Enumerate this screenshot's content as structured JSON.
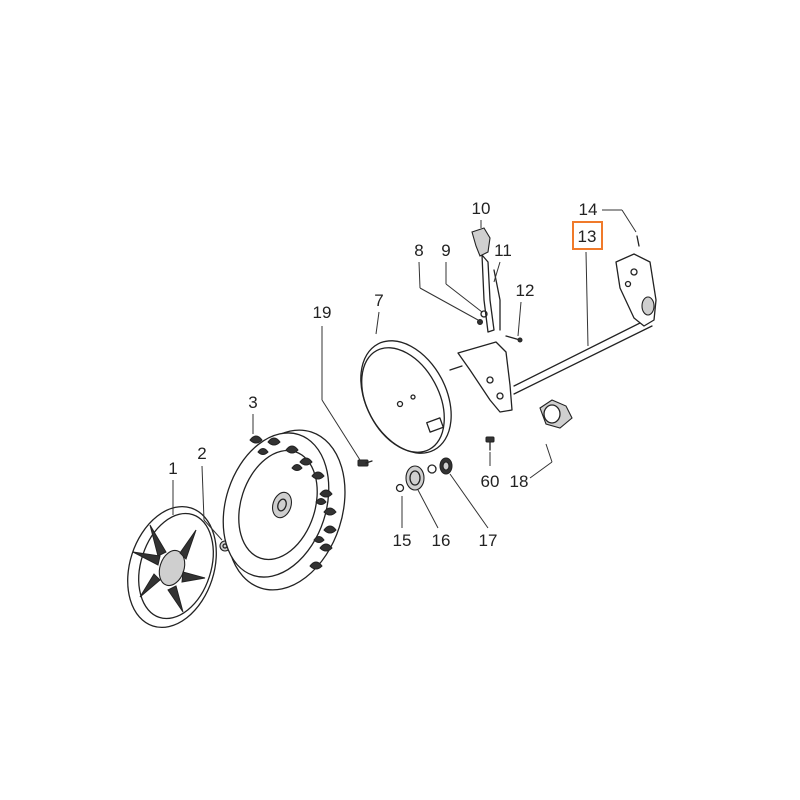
{
  "highlight_color": "#f07a2a",
  "callouts": [
    {
      "id": "c1",
      "label": "1"
    },
    {
      "id": "c2",
      "label": "2"
    },
    {
      "id": "c3",
      "label": "3"
    },
    {
      "id": "c7",
      "label": "7"
    },
    {
      "id": "c8",
      "label": "8"
    },
    {
      "id": "c9",
      "label": "9"
    },
    {
      "id": "c10",
      "label": "10"
    },
    {
      "id": "c11",
      "label": "11"
    },
    {
      "id": "c12",
      "label": "12"
    },
    {
      "id": "c13",
      "label": "13",
      "highlighted": true
    },
    {
      "id": "c14",
      "label": "14"
    },
    {
      "id": "c15",
      "label": "15"
    },
    {
      "id": "c16",
      "label": "16"
    },
    {
      "id": "c17",
      "label": "17"
    },
    {
      "id": "c18",
      "label": "18"
    },
    {
      "id": "c19",
      "label": "19"
    },
    {
      "id": "c60",
      "label": "60"
    }
  ]
}
